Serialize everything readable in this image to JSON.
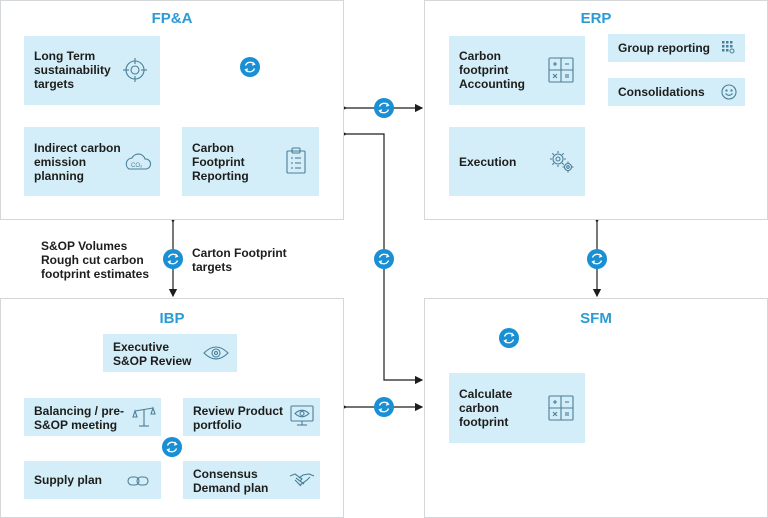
{
  "panels": {
    "fpa": {
      "title": "FP&A",
      "long_term": "Long Term\nsustainability\ntargets",
      "indirect": "Indirect carbon\nemission\nplanning",
      "cfr": "Carbon\nFootprint\nReporting"
    },
    "erp": {
      "title": "ERP",
      "cfa": "Carbon\nfootprint\nAccounting",
      "group_reporting": "Group reporting",
      "consolidations": "Consolidations",
      "execution": "Execution"
    },
    "ibp": {
      "title": "IBP",
      "exec_review": "Executive\nS&OP Review",
      "balancing": "Balancing / pre-\nS&OP meeting",
      "review_portfolio": "Review Product\nportfolio",
      "supply_plan": "Supply plan",
      "consensus": "Consensus\nDemand plan"
    },
    "sfm": {
      "title": "SFM",
      "calculate": "Calculate\ncarbon\nfootprint"
    }
  },
  "labels": {
    "sop_volumes": "S&OP Volumes\nRough cut carbon\nfootprint estimates",
    "carton_targets": "Carton Footprint\ntargets"
  },
  "icons": {
    "long_term": "target-icon",
    "indirect": "co2-cloud-icon",
    "cfr": "clipboard-icon",
    "cfa": "calculator-icon",
    "group_reporting": "grid-icon",
    "consolidations": "smiley-icon",
    "execution": "gears-icon",
    "exec_review": "eye-icon",
    "balancing": "scale-icon",
    "review_portfolio": "monitor-eye-icon",
    "supply_plan": "link-icon",
    "consensus": "handshake-icon",
    "calculate": "calculator-icon",
    "sync": "sync-icon"
  },
  "colors": {
    "accent": "#2a9bd6",
    "box_fill": "#d3eef8",
    "sync_fill": "#1a8fd4",
    "panel_border": "#d4d7da"
  }
}
